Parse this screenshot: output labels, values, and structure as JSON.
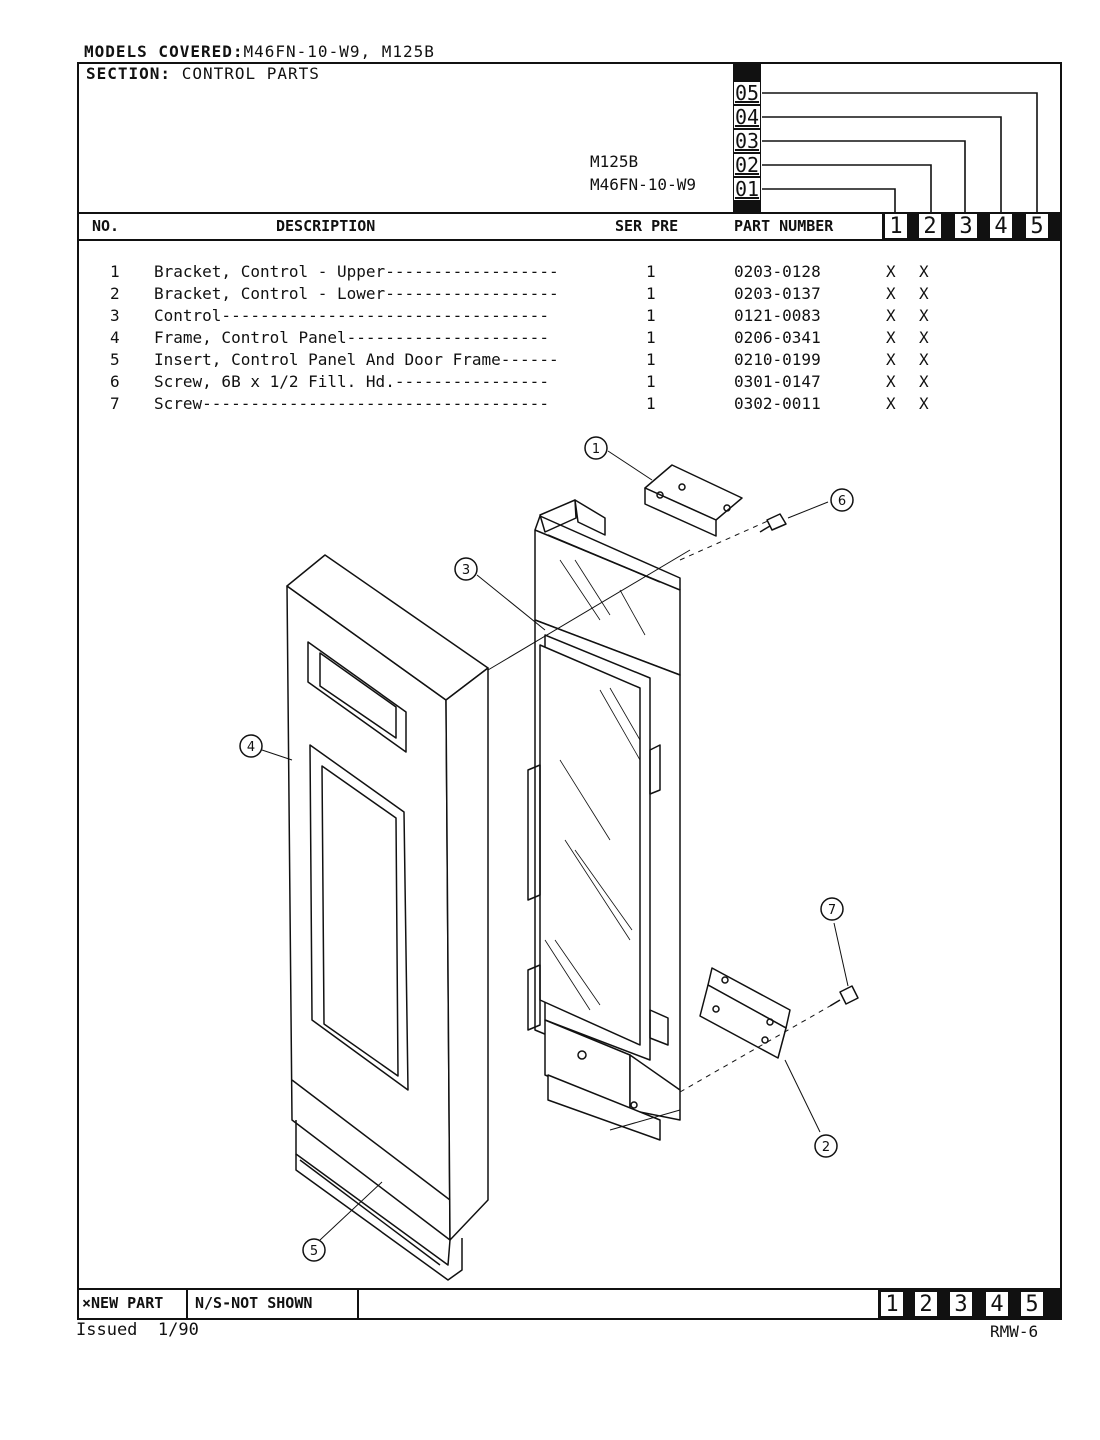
{
  "header": {
    "models_label": "MODELS COVERED:",
    "models_value": "M46FN-10-W9, M125B",
    "section_label": "SECTION:",
    "section_value": "CONTROL PARTS"
  },
  "model_codes": {
    "models": [
      "M125B",
      "M46FN-10-W9"
    ],
    "codes": [
      "05",
      "04",
      "03",
      "02",
      "01"
    ]
  },
  "table": {
    "headers": {
      "no": "NO.",
      "description": "DESCRIPTION",
      "ser_pre": "SER PRE",
      "part_number": "PART NUMBER"
    },
    "column_numbers": [
      "1",
      "2",
      "3",
      "4",
      "5"
    ],
    "rows": [
      {
        "no": "1",
        "description": "Bracket, Control - Upper------------------",
        "ser_pre": "1",
        "part_number": "0203-0128",
        "col1": "X",
        "col2": "X"
      },
      {
        "no": "2",
        "description": "Bracket, Control - Lower------------------",
        "ser_pre": "1",
        "part_number": "0203-0137",
        "col1": "X",
        "col2": "X"
      },
      {
        "no": "3",
        "description": "Control----------------------------------",
        "ser_pre": "1",
        "part_number": "0121-0083",
        "col1": "X",
        "col2": "X"
      },
      {
        "no": "4",
        "description": "Frame, Control Panel---------------------",
        "ser_pre": "1",
        "part_number": "0206-0341",
        "col1": "X",
        "col2": "X"
      },
      {
        "no": "5",
        "description": "Insert, Control Panel And Door Frame------",
        "ser_pre": "1",
        "part_number": "0210-0199",
        "col1": "X",
        "col2": "X"
      },
      {
        "no": "6",
        "description": "Screw, 6B x 1/2 Fill. Hd.----------------",
        "ser_pre": "1",
        "part_number": "0301-0147",
        "col1": "X",
        "col2": "X"
      },
      {
        "no": "7",
        "description": "Screw------------------------------------",
        "ser_pre": "1",
        "part_number": "0302-0011",
        "col1": "X",
        "col2": "X"
      }
    ]
  },
  "diagram": {
    "callouts": [
      "1",
      "2",
      "3",
      "4",
      "5",
      "6",
      "7"
    ]
  },
  "footer": {
    "new_part": "×NEW PART",
    "not_shown": "N/S-NOT SHOWN",
    "column_numbers": [
      "1",
      "2",
      "3",
      "4",
      "5"
    ],
    "issued": "Issued  1/90",
    "code": "RMW-6"
  }
}
